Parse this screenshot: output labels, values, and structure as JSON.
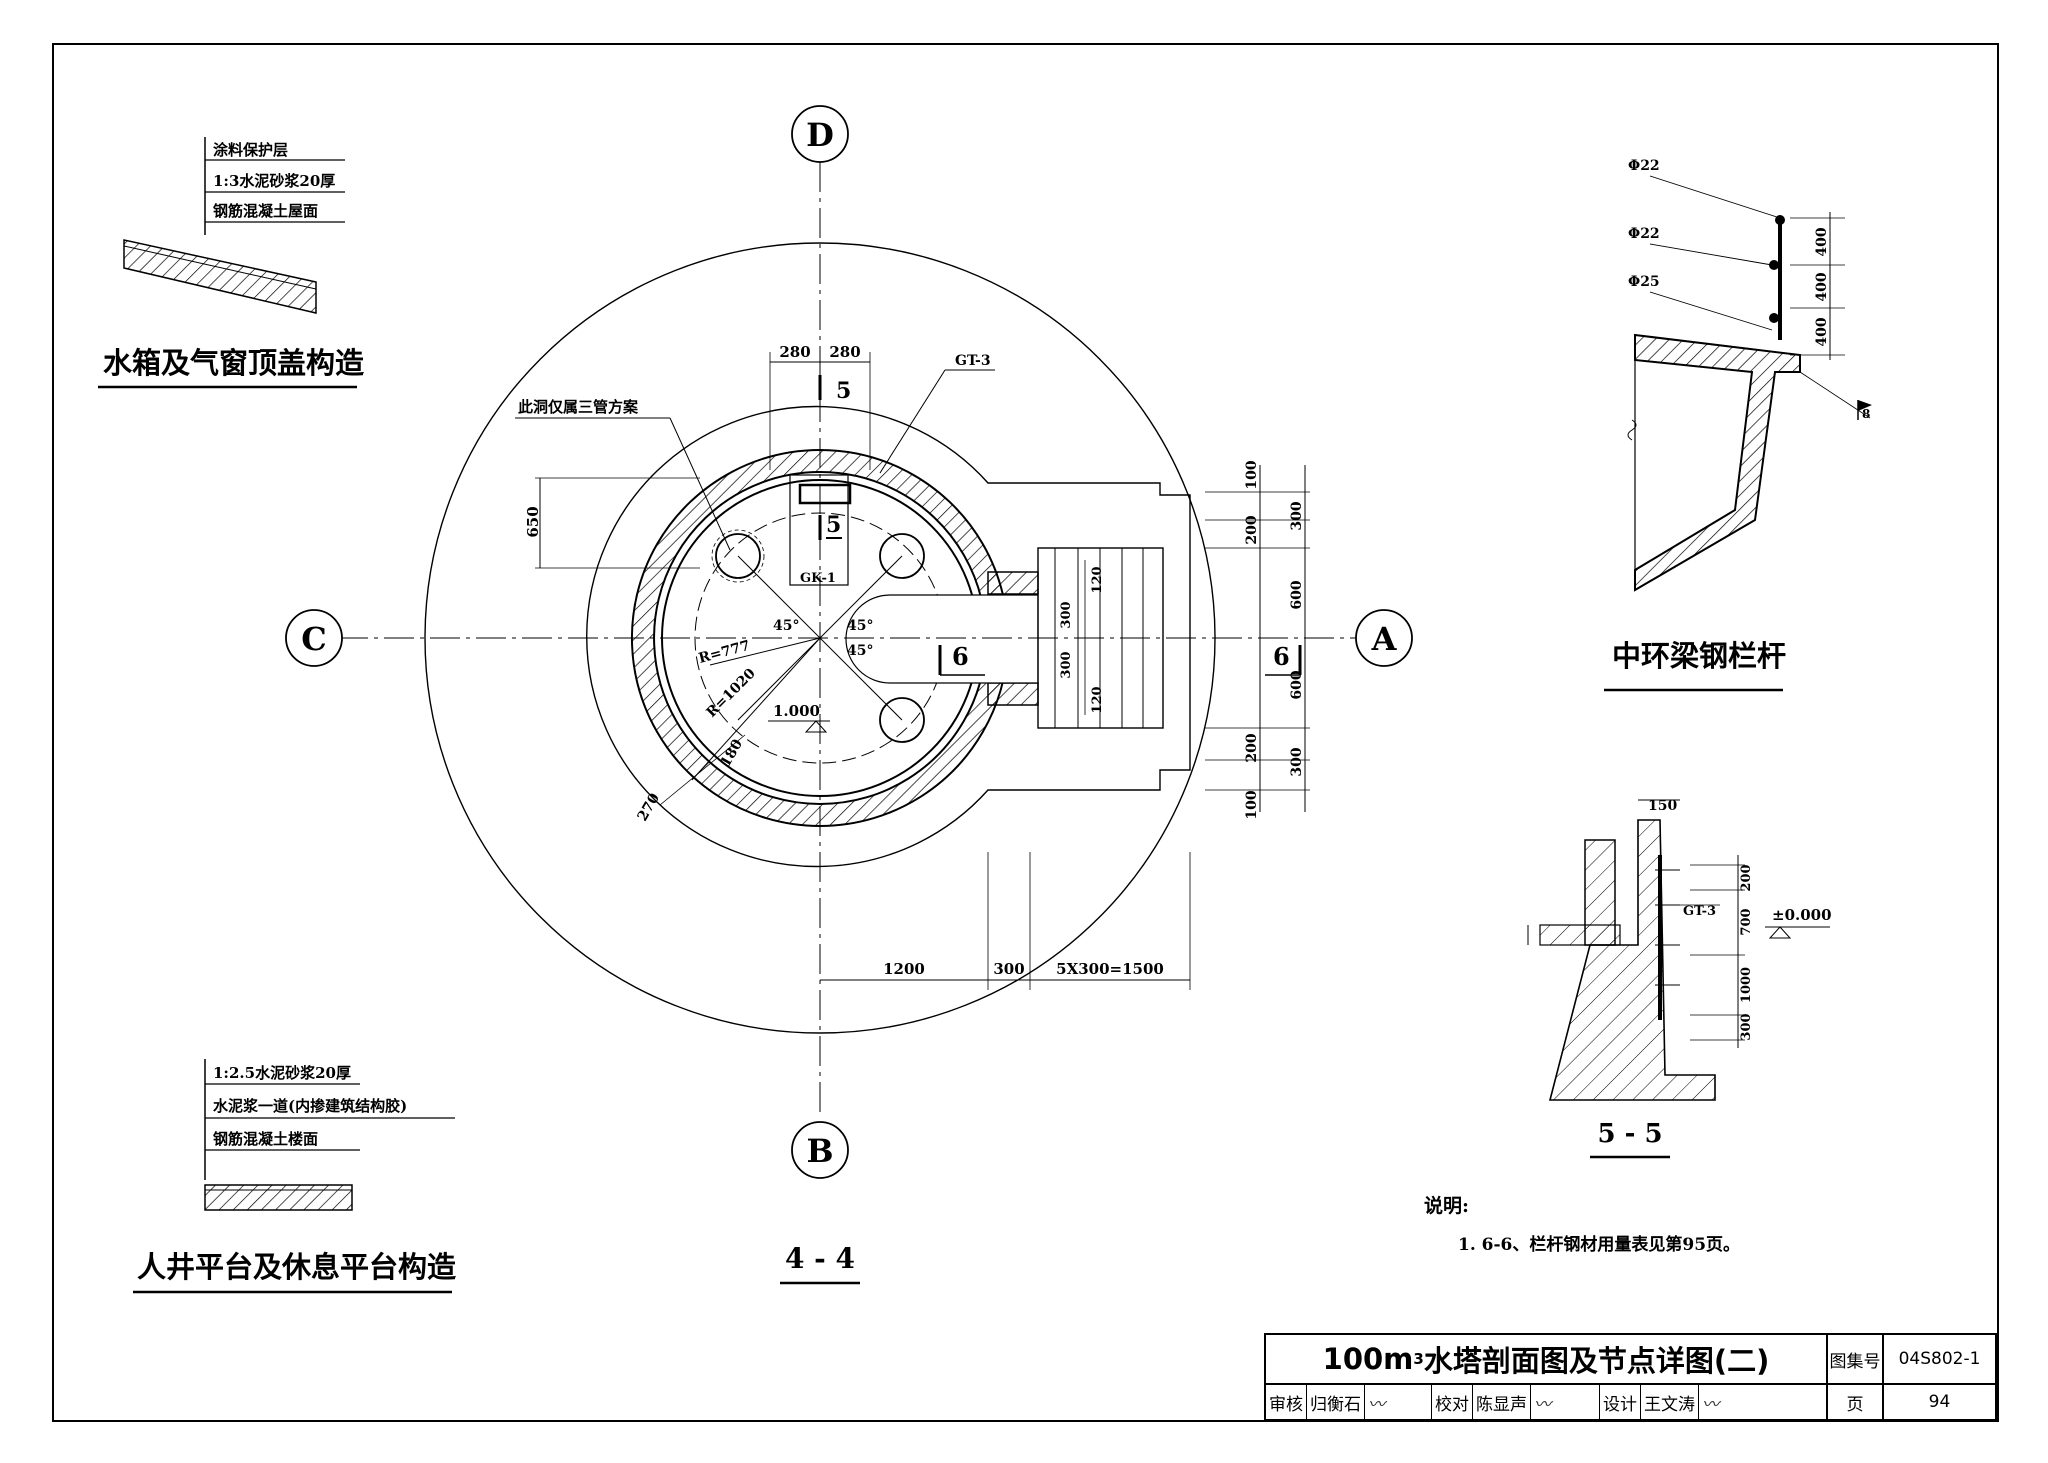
{
  "roof_detail": {
    "layers": [
      "涂料保护层",
      "1:3水泥砂浆20厚",
      "钢筋混凝土屋面"
    ],
    "title": "水箱及气窗顶盖构造"
  },
  "platform_detail": {
    "layers": [
      "1:2.5水泥砂浆20厚",
      "水泥浆一道(内掺建筑结构胶)",
      "钢筋混凝土楼面"
    ],
    "title": "人井平台及休息平台构造"
  },
  "plan": {
    "title": "4 - 4",
    "axes": {
      "top": "D",
      "bottom": "B",
      "left": "C",
      "right": "A"
    },
    "note_hole": "此洞仅属三管方案",
    "gt_label": "GT-3",
    "gk_label": "GK-1",
    "section5": "5",
    "section6": "6",
    "r_inner": "R=777",
    "r_outer": "R=1020",
    "angles": [
      "45°",
      "45°",
      "45°"
    ],
    "level": "1.000",
    "dims": {
      "top_280a": "280",
      "top_280b": "280",
      "left_650": "650",
      "t180": "180",
      "t270": "270",
      "r100a": "100",
      "r200a": "200",
      "r300a": "300",
      "r600a": "600",
      "r600b": "600",
      "r200b": "200",
      "r300b": "300",
      "r100b": "100",
      "s120a": "120",
      "s300a": "300",
      "s300b": "300",
      "s120b": "120",
      "b1200": "1200",
      "b300": "300",
      "b1500": "5X300=1500"
    }
  },
  "railing_detail": {
    "title": "中环梁钢栏杆",
    "labels": [
      "Φ22",
      "Φ22",
      "Φ25"
    ],
    "dims": [
      "400",
      "400",
      "400"
    ],
    "mark": "8"
  },
  "section55": {
    "title": "5 - 5",
    "top_dim": "150",
    "gt_label": "GT-3",
    "level": "±0.000",
    "dims": [
      "200",
      "700",
      "1000",
      "300"
    ]
  },
  "notes": {
    "heading": "说明:",
    "items": [
      "1. 6-6、栏杆钢材用量表见第95页。"
    ]
  },
  "title_block": {
    "title_pre": "100m",
    "title_sup": "3",
    "title_post": "水塔剖面图及节点详图(二)",
    "atlas_label": "图集号",
    "atlas_no": "04S802-1",
    "page_label": "页",
    "page_no": "94",
    "review_label": "审核",
    "reviewer": "归衡石",
    "check_label": "校对",
    "checker": "陈显声",
    "design_label": "设计",
    "designer": "王文涛"
  }
}
